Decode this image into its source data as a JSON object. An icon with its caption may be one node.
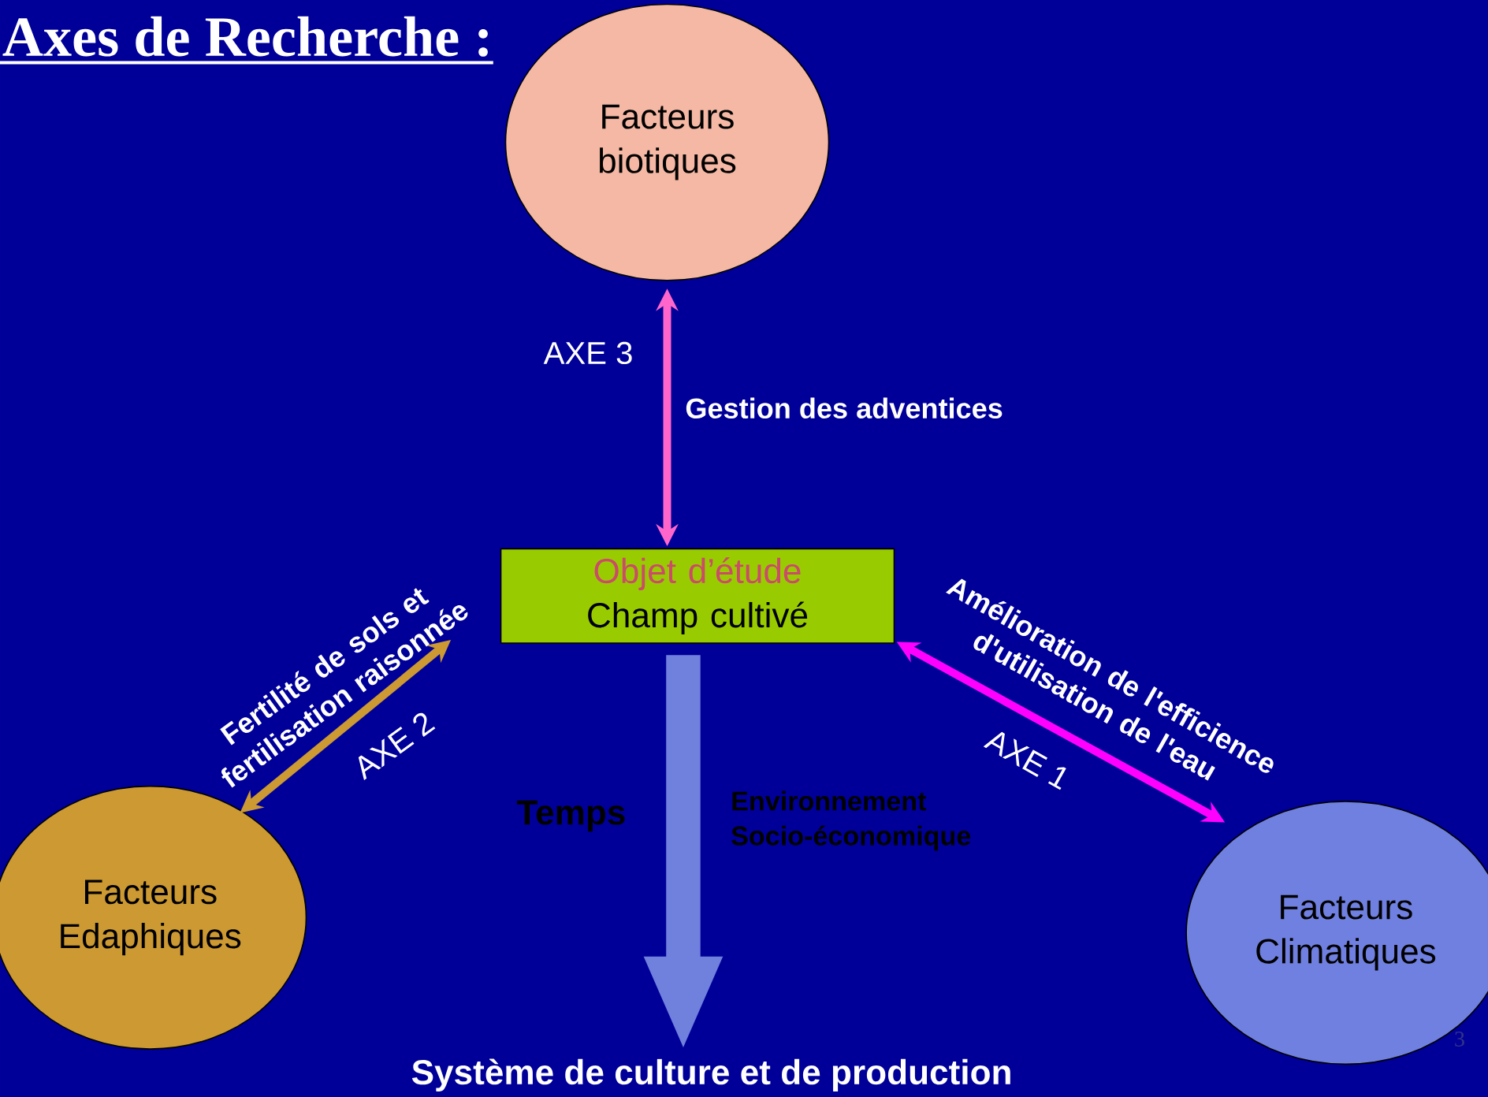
{
  "diagram": {
    "title": "Axes de Recherche :",
    "nodes": [
      {
        "text": [
          "Facteurs biotiques"
        ]
      },
      {
        "text": [
          "Objet d’étude",
          "Champ cultivé"
        ]
      },
      {
        "text": [
          "Facteurs Edaphiques"
        ]
      },
      {
        "text": [
          "Facteurs Climatiques"
        ]
      },
      {
        "text": [
          "Système de culture et de production"
        ]
      }
    ],
    "edges": [
      {
        "from": 1,
        "to": 0,
        "arrow": "both",
        "label": "Gestion des adventices",
        "color": "#ff66cc"
      },
      {
        "from": 1,
        "to": 2,
        "arrow": "both",
        "label": "Fertilité de sols et fertilisation raisonnée",
        "color": "#cc9933"
      },
      {
        "from": 1,
        "to": 3,
        "arrow": "both",
        "label": "Amélioration de l'efficience d'utilisation de l'eau",
        "color": "#ff00ff"
      },
      {
        "from": 1,
        "to": 4,
        "arrow": "to",
        "style": "thick",
        "color": "#7080dd"
      }
    ],
    "labels": [
      "AXE 3",
      "AXE 2",
      "AXE 1",
      "Temps",
      "Environnement Socio-économique",
      "3"
    ]
  }
}
